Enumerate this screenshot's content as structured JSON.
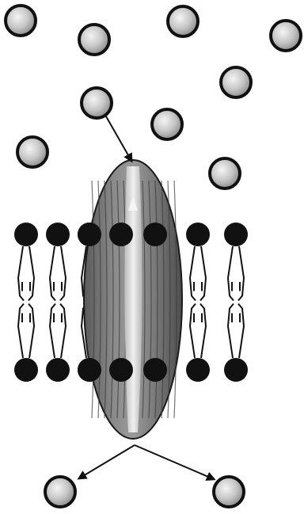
{
  "diagram": {
    "type": "membrane-channel-transport",
    "colors": {
      "background": "#ffffff",
      "molecule_fill": "#c9c9c9",
      "molecule_outline": "#111111",
      "phospholipid_head": "#111111",
      "phospholipid_tail": "#111111",
      "channel_protein_fill": "#6e6e6e",
      "channel_pore": "#d4d4d4",
      "arrow": "#111111"
    },
    "components": [
      {
        "name": "solute-molecule",
        "count_outside": 9,
        "count_inside": 2
      },
      {
        "name": "phospholipid-bilayer",
        "phospholipids_per_leaflet": 7
      },
      {
        "name": "channel-protein",
        "count": 1
      },
      {
        "name": "transport-arrow",
        "count": 3
      }
    ]
  }
}
